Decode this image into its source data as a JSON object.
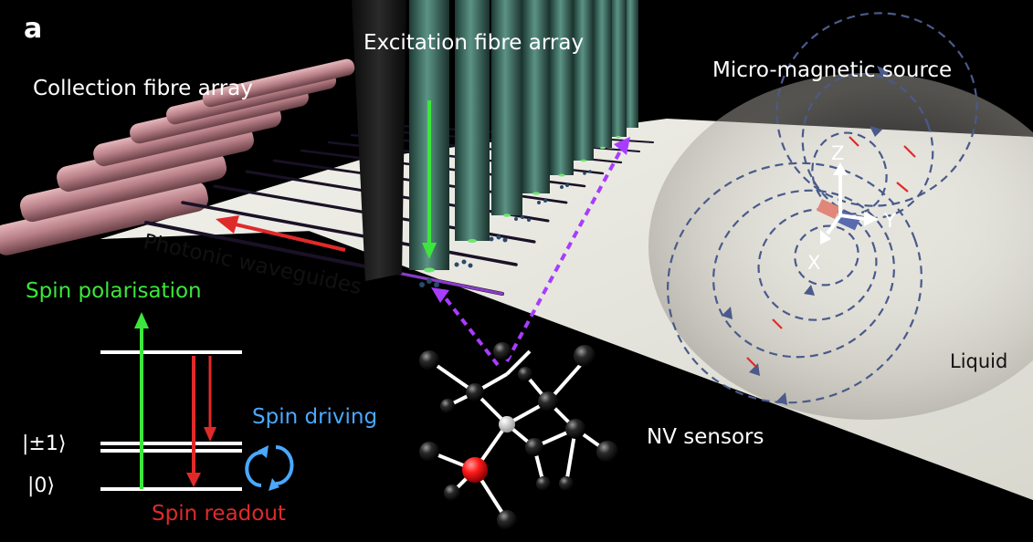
{
  "panel_label": "a",
  "labels": {
    "excitation": "Excitation fibre array",
    "collection": "Collection fibre array",
    "micro_magnetic": "Micro-magnetic source",
    "photonic": "Photonic waveguides",
    "spin_polarisation": "Spin polarisation",
    "spin_driving": "Spin driving",
    "spin_readout": "Spin readout",
    "liquid": "Liquid",
    "nv_sensors": "NV sensors",
    "state_pm1": "|±1⟩",
    "state_0": "|0⟩",
    "axis_x": "X",
    "axis_y": "Y",
    "axis_z": "Z"
  },
  "colors": {
    "background": "#000000",
    "chip_surface": "#ecece4",
    "excitation_fibre": "#3f6d62",
    "collection_fibre": "#c9949a",
    "waveguide": "#2a1a3a",
    "waveguide_glow": "#8a3cc8",
    "polarisation_green": "#3ce63c",
    "readout_red": "#e02a2a",
    "driving_blue": "#4aa8ff",
    "field_line": "#4a5a8a",
    "nv_red_atom": "#ff1a1a",
    "purple_dashed": "#a83cff"
  },
  "icons": [
    "spin-driving-cycle-icon"
  ]
}
